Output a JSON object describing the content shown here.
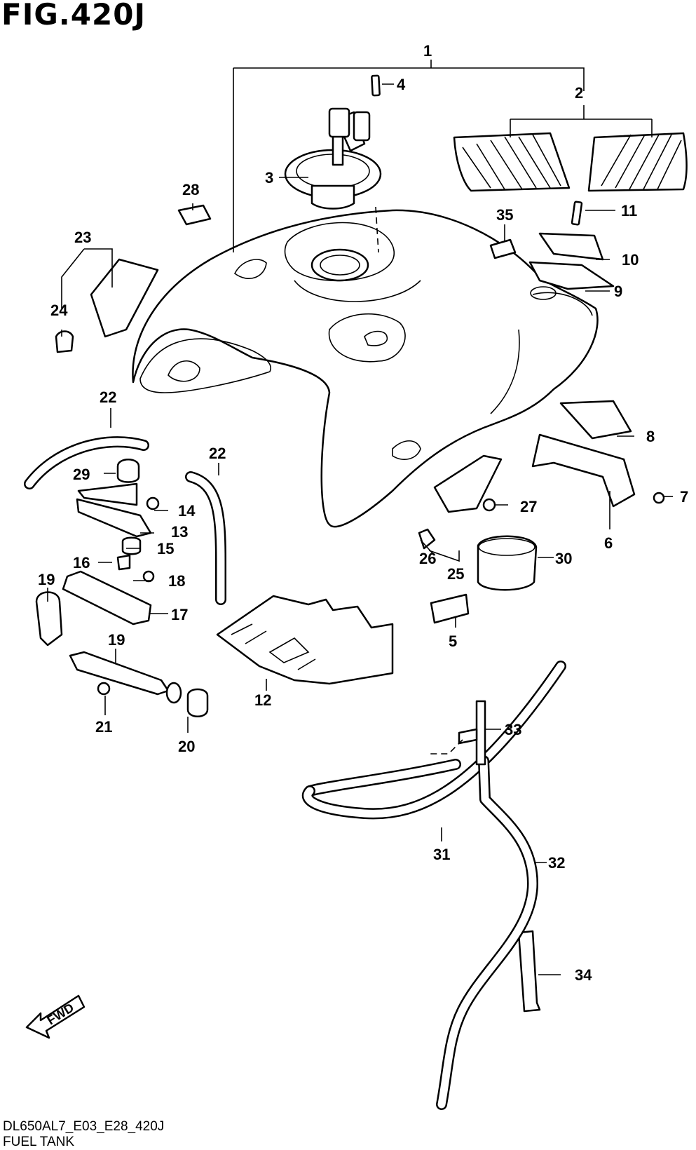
{
  "figure": {
    "title": "FIG.420J",
    "model_code": "DL650AL7_E03_E28_420J",
    "name": "FUEL TANK",
    "fwd_label": "FWD"
  },
  "callouts": [
    "1",
    "2",
    "3",
    "4",
    "5",
    "6",
    "7",
    "8",
    "9",
    "10",
    "11",
    "12",
    "13",
    "14",
    "15",
    "16",
    "17",
    "18",
    "19",
    "19",
    "20",
    "21",
    "22",
    "22",
    "23",
    "24",
    "25",
    "26",
    "27",
    "28",
    "29",
    "30",
    "31",
    "32",
    "33",
    "34",
    "35"
  ]
}
